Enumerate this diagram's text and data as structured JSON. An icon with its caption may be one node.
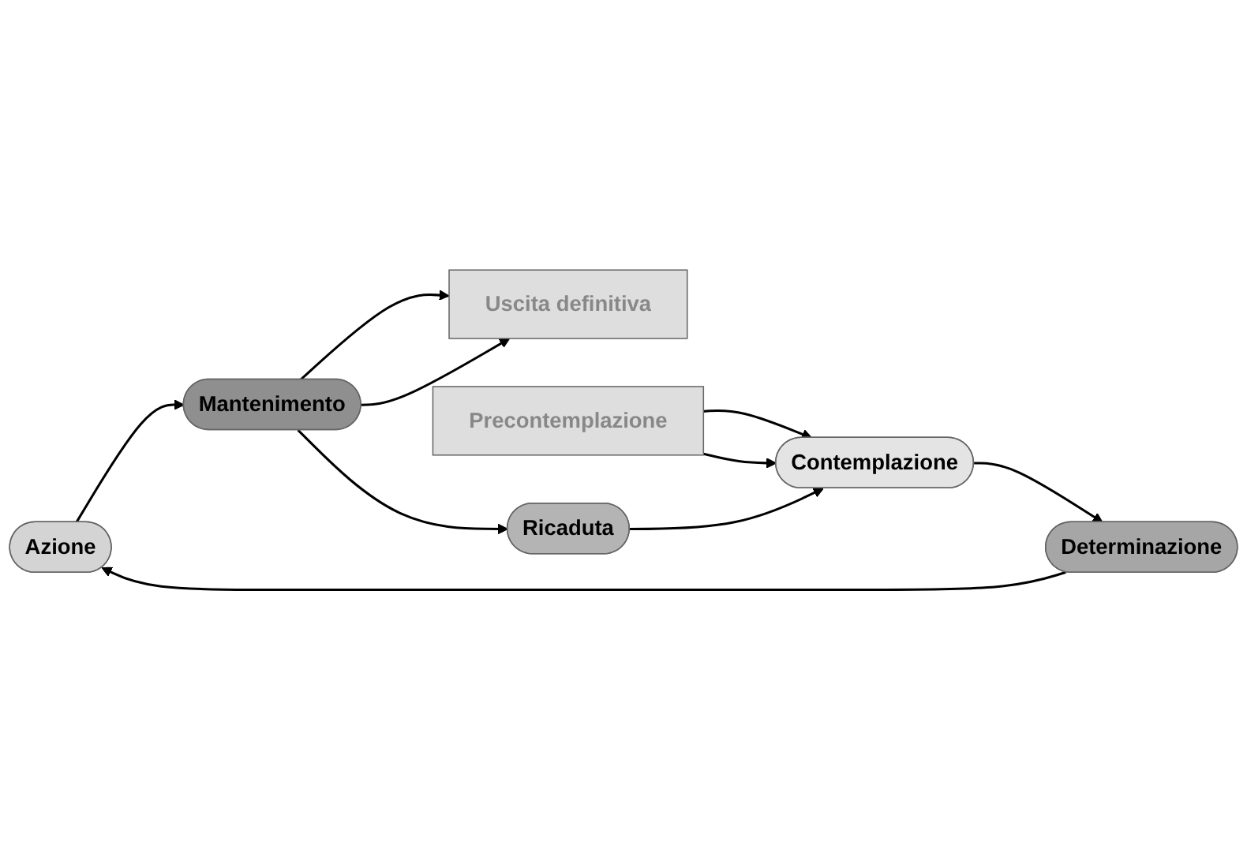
{
  "diagram": {
    "nodes": [
      {
        "text": [
          "Azione"
        ]
      },
      {
        "text": [
          "Determinazione"
        ]
      },
      {
        "text": [
          "Mantenimento"
        ]
      },
      {
        "text": [
          "Uscita definitiva"
        ]
      },
      {
        "text": [
          "Contemplazione"
        ]
      },
      {
        "text": [
          "Ricaduta"
        ]
      },
      {
        "text": [
          "Precontemplazione"
        ]
      }
    ],
    "edges": [
      {
        "from": 6,
        "to": 4,
        "arrow": "to"
      },
      {
        "from": 6,
        "to": 4,
        "arrow": "to"
      },
      {
        "from": 4,
        "to": 1,
        "arrow": "to"
      },
      {
        "from": 1,
        "to": 0,
        "arrow": "to"
      },
      {
        "from": 0,
        "to": 2,
        "arrow": "to"
      },
      {
        "from": 2,
        "to": 5,
        "arrow": "to"
      },
      {
        "from": 5,
        "to": 4,
        "arrow": "to"
      },
      {
        "from": 2,
        "to": 3,
        "arrow": "to"
      },
      {
        "from": 2,
        "to": 3,
        "arrow": "to"
      }
    ]
  }
}
